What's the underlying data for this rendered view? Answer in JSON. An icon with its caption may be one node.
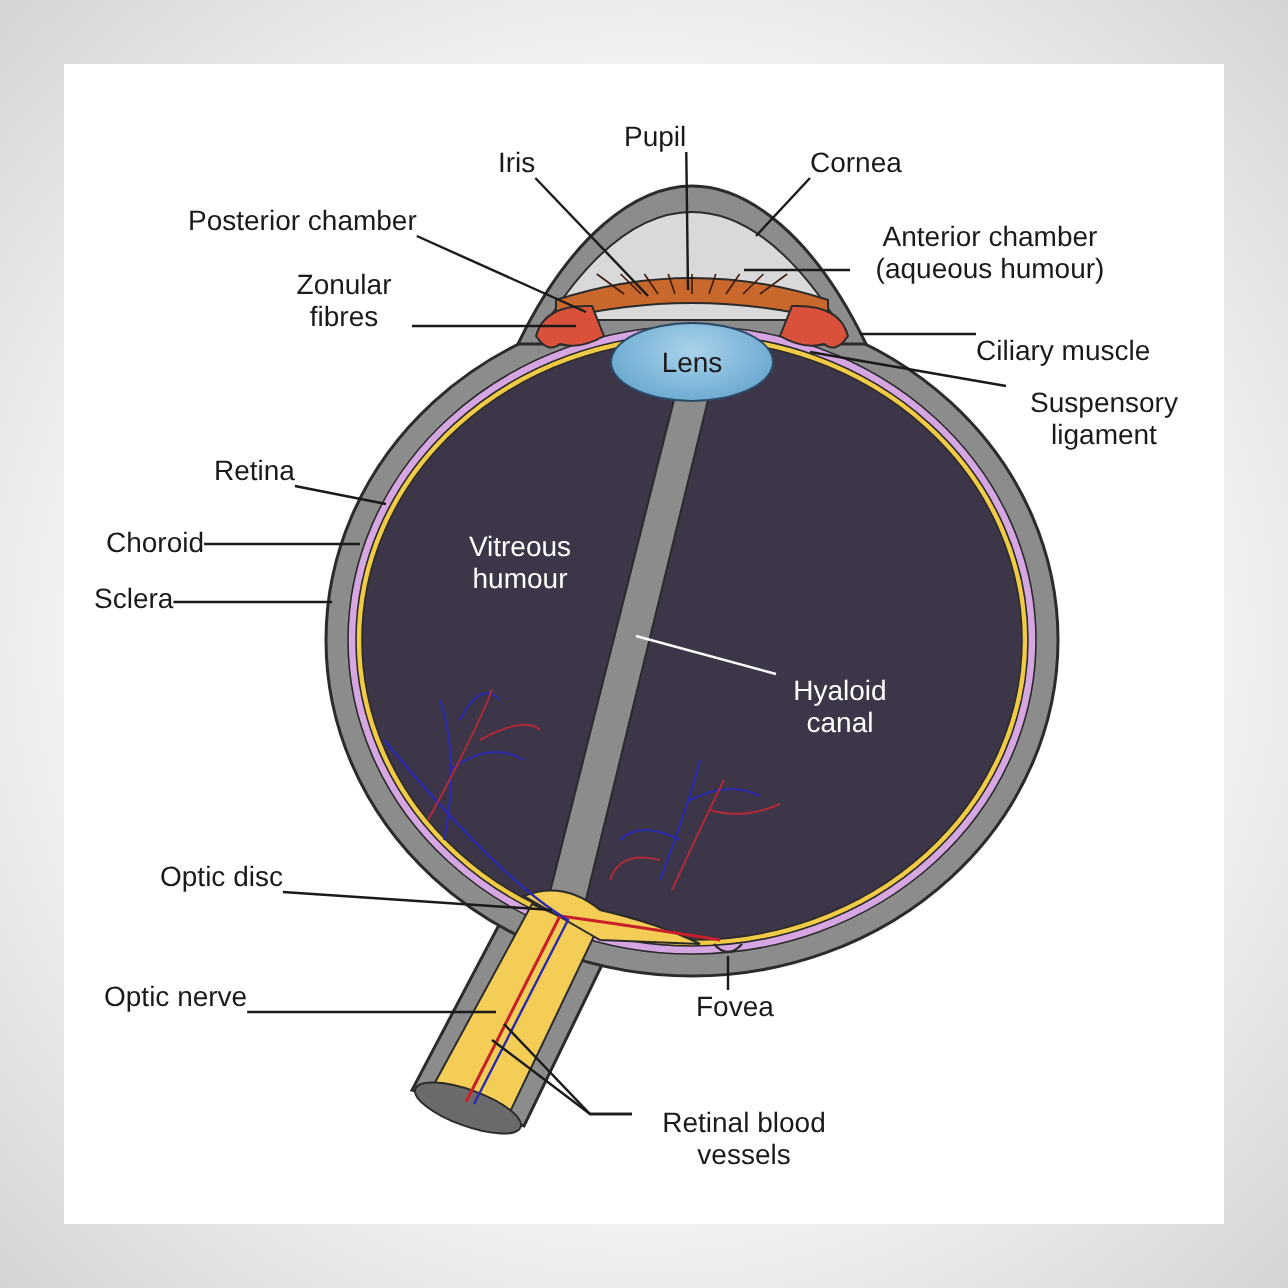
{
  "diagram": {
    "nodes": [
      {
        "text": [
          "Pupil"
        ]
      },
      {
        "text": [
          "Iris"
        ]
      },
      {
        "text": [
          "Cornea"
        ]
      },
      {
        "text": [
          "Posterior chamber"
        ]
      },
      {
        "text": [
          "Anterior chamber (aqueous humour)"
        ]
      },
      {
        "text": [
          "Zonular fibres"
        ]
      },
      {
        "text": [
          "Lens"
        ]
      },
      {
        "text": [
          "Ciliary muscle"
        ]
      },
      {
        "text": [
          "Suspensory ligament"
        ]
      },
      {
        "text": [
          "Retina"
        ]
      },
      {
        "text": [
          "Choroid"
        ]
      },
      {
        "text": [
          "Sclera"
        ]
      },
      {
        "text": [
          "Hyaloid canal"
        ]
      },
      {
        "text": [
          "Optic disc"
        ]
      },
      {
        "text": [
          "Optic nerve"
        ]
      },
      {
        "text": [
          "Fovea"
        ]
      },
      {
        "text": [
          "Retinal blood vessels"
        ]
      }
    ],
    "edges": [
      {
        "from": 0,
        "to": null,
        "arrow": "none"
      },
      {
        "from": 1,
        "to": null,
        "arrow": "none"
      },
      {
        "from": 2,
        "to": null,
        "arrow": "none"
      },
      {
        "from": 3,
        "to": null,
        "arrow": "none"
      },
      {
        "from": 4,
        "to": null,
        "arrow": "none"
      },
      {
        "from": 5,
        "to": null,
        "arrow": "none"
      },
      {
        "from": 7,
        "to": null,
        "arrow": "none"
      },
      {
        "from": 8,
        "to": null,
        "arrow": "none"
      },
      {
        "from": 9,
        "to": null,
        "arrow": "none"
      },
      {
        "from": 10,
        "to": null,
        "arrow": "none"
      },
      {
        "from": 11,
        "to": null,
        "arrow": "none"
      },
      {
        "from": 12,
        "to": null,
        "arrow": "none",
        "color": "#ffffff"
      },
      {
        "from": 13,
        "to": null,
        "arrow": "none"
      },
      {
        "from": 14,
        "to": null,
        "arrow": "none"
      },
      {
        "from": 15,
        "to": null,
        "arrow": "none"
      },
      {
        "from": 16,
        "to": null,
        "arrow": "none"
      },
      {
        "from": 16,
        "to": null,
        "arrow": "none"
      }
    ],
    "labels": [
      "Vitreous humour"
    ]
  }
}
